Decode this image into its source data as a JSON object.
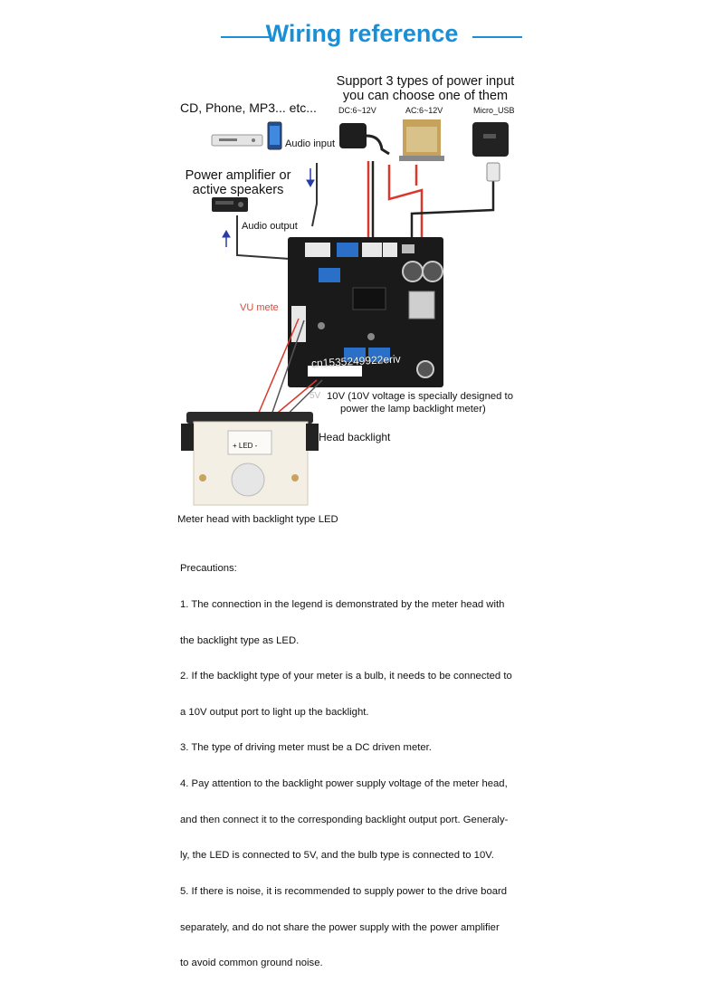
{
  "title": "Wiring reference",
  "sources": {
    "label": "CD, Phone, MP3... etc...",
    "audio_input": "Audio input"
  },
  "amplifier": {
    "label_line1": "Power amplifier or",
    "label_line2": "active speakers",
    "audio_output": "Audio output"
  },
  "power": {
    "header_line1": "Support 3 types of power input",
    "header_line2": "you can choose one of them",
    "dc": "DC:6~12V",
    "ac": "AC:6~12V",
    "usb": "Micro_USB"
  },
  "board": {
    "vu_label": "VU mete",
    "five_v": "5V",
    "ten_v_line1": "10V (10V voltage is specially designed to",
    "ten_v_line2": "power the lamp backlight meter)",
    "watermark": "cn1535249922eriv"
  },
  "meter": {
    "head_backlight": "Head backlight",
    "led_marking": "+ LED -",
    "caption": "Meter head with backlight type LED"
  },
  "precautions": {
    "heading": "Precautions:",
    "lines": [
      "1. The connection in the legend is demonstrated by the meter head with",
      "the backlight type as LED.",
      "2. If the backlight type of your meter is a bulb, it needs to be connected to",
      "a 10V output port to light up the backlight.",
      "3. The type of driving meter must be a DC driven meter.",
      "4. Pay attention to the backlight power supply voltage of the meter head,",
      "and then connect it to the corresponding backlight output port. Generaly-",
      "ly, the LED is connected to 5V, and the bulb type is connected to 10V.",
      "5. If there is noise, it is recommended to supply power to the drive board",
      "separately, and do not share the power supply with the power amplifier",
      "to avoid common ground noise."
    ]
  },
  "colors": {
    "accent": "#1a8fd6",
    "board": "#1a1a1a",
    "wire_red": "#d8392b",
    "arrow_blue": "#2a3aa8",
    "vu_label": "#d84a3a"
  }
}
